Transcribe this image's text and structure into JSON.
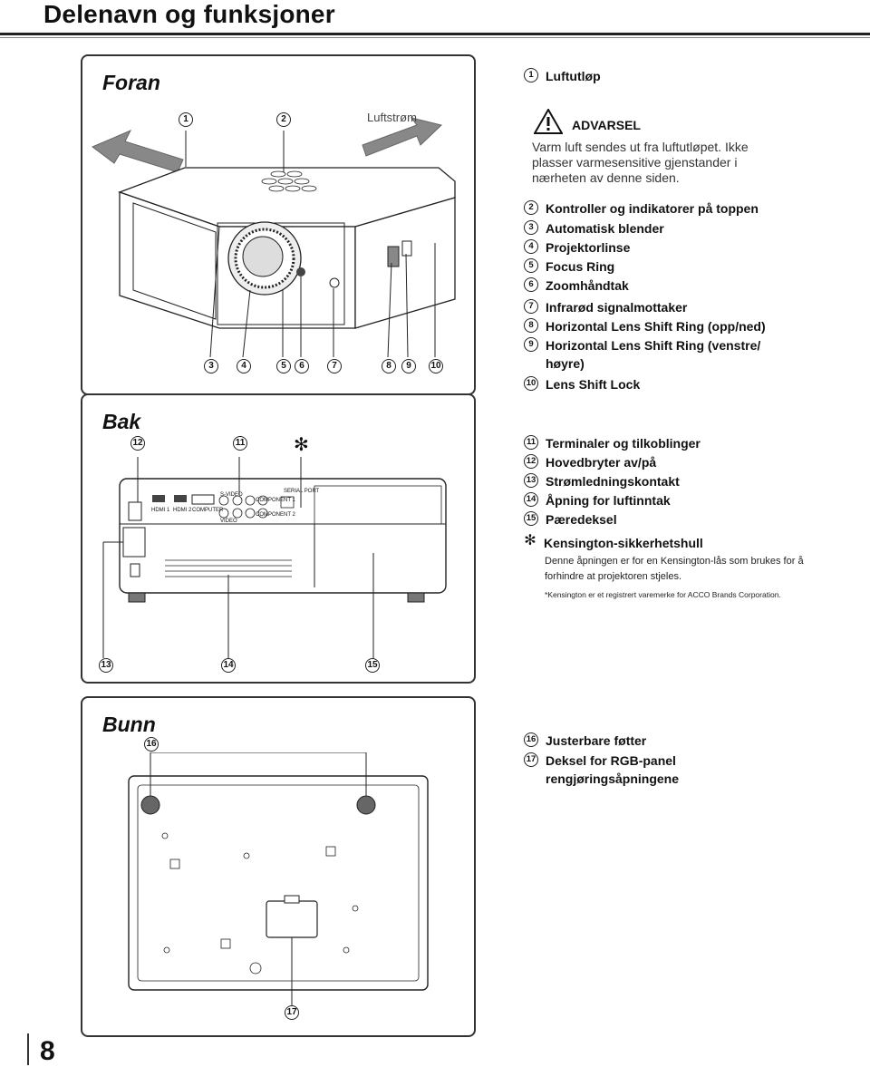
{
  "page": {
    "title": "Delenavn og funksjoner",
    "page_number": "8"
  },
  "front": {
    "heading": "Foran",
    "airflow_label": "Luftstrøm",
    "callouts": [
      "1",
      "2",
      "3",
      "4",
      "5",
      "6",
      "7",
      "8",
      "9",
      "10"
    ],
    "warning": {
      "title": "ADVARSEL",
      "text": "Varm luft sendes ut fra luftutløpet. Ikke plasser varmesensitive gjenstander i nærheten av denne siden."
    },
    "items": [
      {
        "n": "1",
        "label": "Luftutløp"
      },
      {
        "n": "2",
        "label": "Kontroller og indikatorer på toppen"
      },
      {
        "n": "3",
        "label": "Automatisk blender"
      },
      {
        "n": "4",
        "label": "Projektorlinse"
      },
      {
        "n": "5",
        "label": "Focus Ring"
      },
      {
        "n": "6",
        "label": "Zoomhåndtak"
      },
      {
        "n": "7",
        "label": "Infrarød signalmottaker"
      },
      {
        "n": "8",
        "label": "Horizontal Lens Shift Ring (opp/ned)"
      },
      {
        "n": "9",
        "label": "Horizontal Lens Shift Ring (venstre/ høyre)"
      },
      {
        "n": "10",
        "label": "Lens Shift Lock"
      }
    ]
  },
  "back": {
    "heading": "Bak",
    "callouts": [
      "12",
      "11",
      "✻",
      "13",
      "14",
      "15"
    ],
    "items": [
      {
        "n": "11",
        "label": "Terminaler og tilkoblinger"
      },
      {
        "n": "12",
        "label": "Hovedbryter av/på"
      },
      {
        "n": "13",
        "label": "Strømledningskontakt"
      },
      {
        "n": "14",
        "label": "Åpning for luftinntak"
      },
      {
        "n": "15",
        "label": "Pæredeksel"
      },
      {
        "n": "✻",
        "label": "Kensington-sikkerhetshull"
      }
    ],
    "kensington_note": "Denne åpningen er for en Kensington-lås som brukes for å forhindre at projektoren stjeles.",
    "trademark_note": "*Kensington er et registrert varemerke for ACCO Brands Corporation.",
    "panel_labels": {
      "hdmi1": "HDMI 1",
      "hdmi2": "HDMI 2",
      "computer": "COMPUTER",
      "svideo": "S-VIDEO",
      "video": "VIDEO",
      "component1": "COMPONENT 1",
      "component2": "COMPONENT 2",
      "serial": "SERIAL PORT"
    }
  },
  "bottom": {
    "heading": "Bunn",
    "callouts": [
      "16",
      "17"
    ],
    "items": [
      {
        "n": "16",
        "label": "Justerbare føtter"
      },
      {
        "n": "17",
        "label": "Deksel for RGB-panel rengjøringsåpningene"
      }
    ]
  },
  "colors": {
    "ink": "#111111",
    "panel_border": "#333333",
    "diagram_line": "#222222"
  }
}
